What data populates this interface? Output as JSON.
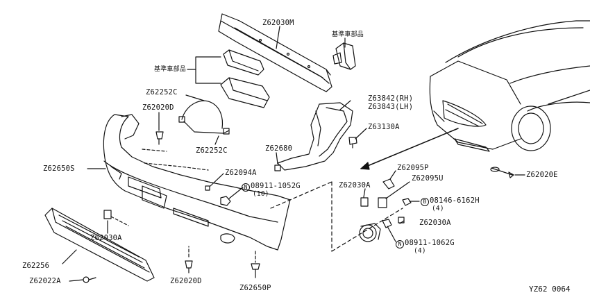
{
  "labels": {
    "z62030m": "Z62030M",
    "std_top": "基準車部品",
    "std_left": "基準車部品",
    "z62252c_top": "Z62252C",
    "z62020d_top": "Z62020D",
    "z62252c_bottom": "Z62252C",
    "z63842": "Z63842(RH)",
    "z63843": "Z63843(LH)",
    "z63130a": "Z63130A",
    "z62680": "Z62680",
    "z62650s": "Z62650S",
    "z62094a": "Z62094A",
    "n08911_a": "08911-1052G",
    "n08911_a_qty": "(10)",
    "z62095p": "Z62095P",
    "z62095u": "Z62095U",
    "z62030a_right": "Z62030A",
    "b08146": "08146-6162H",
    "b08146_qty": "(4)",
    "z62030a_right2": "Z62030A",
    "n08911_b": "08911-1062G",
    "n08911_b_qty": "(4)",
    "z62020e": "Z62020E",
    "z62030a_left": "Z62030A",
    "z62256": "Z62256",
    "z62022a": "Z62022A",
    "z62020d_bottom": "Z62020D",
    "z62650p": "Z62650P"
  },
  "markers": {
    "n": "N",
    "b": "B"
  },
  "diagram_code": "YZ62 0064"
}
